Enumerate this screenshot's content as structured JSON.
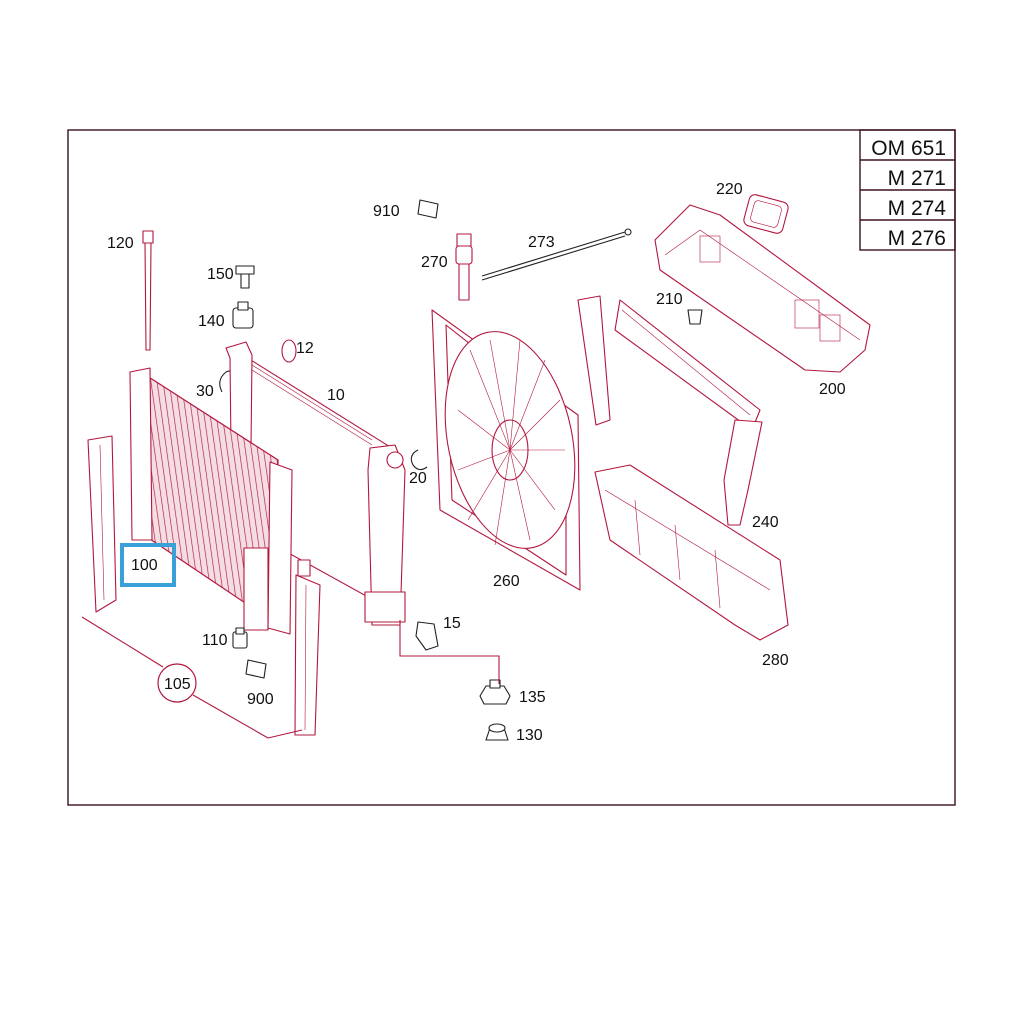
{
  "engines": [
    "OM 651",
    "M 271",
    "M 274",
    "M 276"
  ],
  "labels": {
    "p100": "100",
    "p105": "105",
    "p110": "110",
    "p120": "120",
    "p140": "140",
    "p150": "150",
    "p12": "12",
    "p30": "30",
    "p10": "10",
    "p20": "20",
    "p15": "15",
    "p135": "135",
    "p130": "130",
    "p900": "900",
    "p910": "910",
    "p270": "270",
    "p273": "273",
    "p260": "260",
    "p220": "220",
    "p210": "210",
    "p200": "200",
    "p240": "240",
    "p280": "280"
  },
  "selected_part": "100",
  "colors": {
    "line": "#b2183e",
    "frame": "#3a1020",
    "highlight": "#3aa0d8"
  }
}
